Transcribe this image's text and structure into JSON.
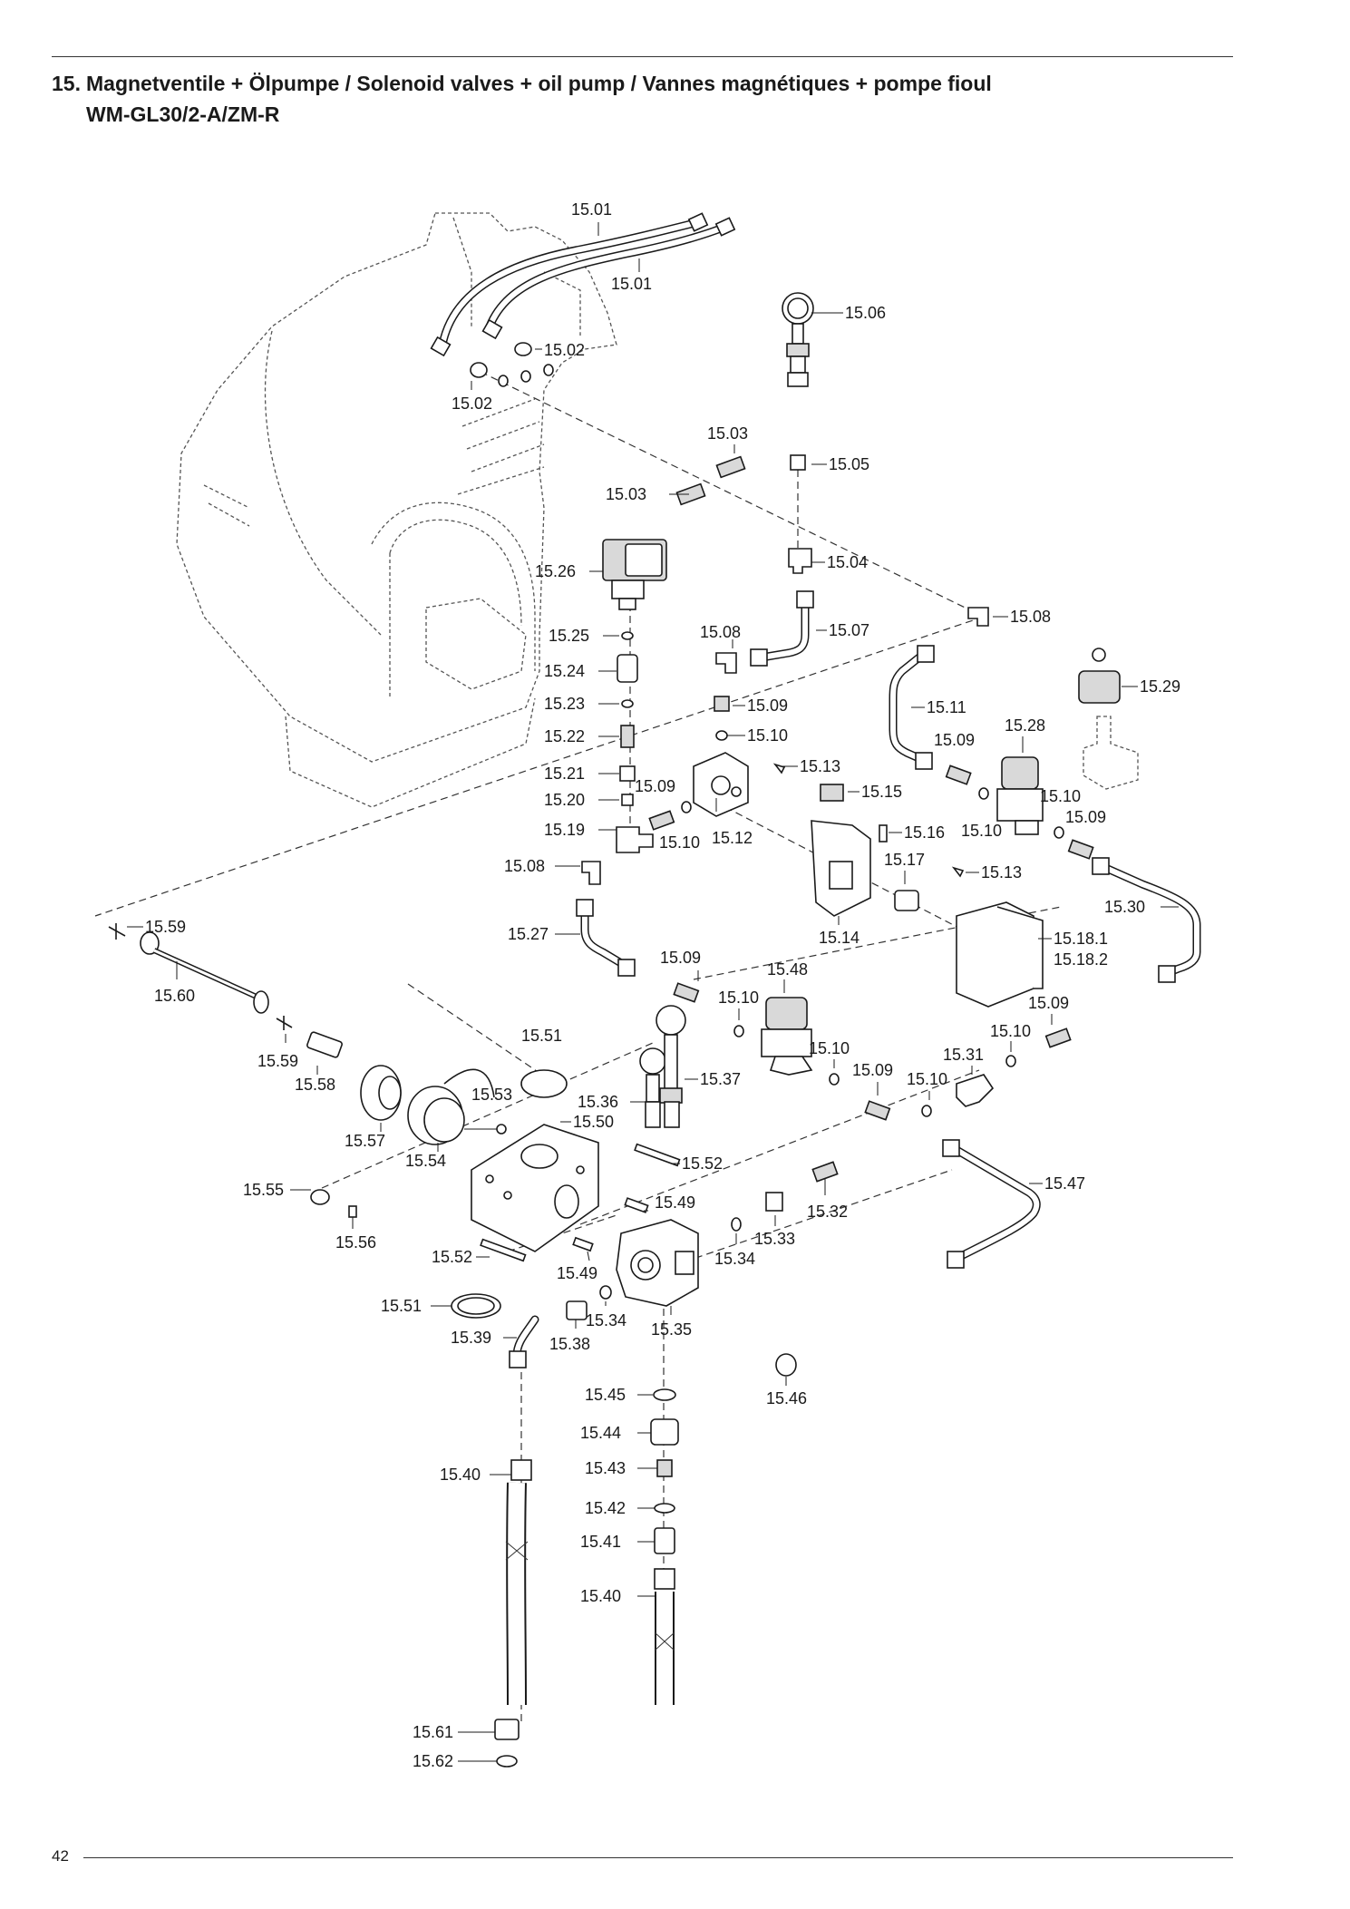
{
  "header": {
    "number": "15.",
    "title": "Magnetventile + Ölpumpe / Solenoid valves + oil pump / Vannes magnétiques + pompe fioul",
    "model": "WM-GL30/2-A/ZM-R"
  },
  "page_number": "42",
  "labels": {
    "l1501a": "15.01",
    "l1501b": "15.01",
    "l1502a": "15.02",
    "l1502b": "15.02",
    "l1503a": "15.03",
    "l1503b": "15.03",
    "l1504": "15.04",
    "l1505": "15.05",
    "l1506": "15.06",
    "l1507": "15.07",
    "l1508a": "15.08",
    "l1508b": "15.08",
    "l1508c": "15.08",
    "l1509a": "15.09",
    "l1509b": "15.09",
    "l1509c": "15.09",
    "l1509d": "15.09",
    "l1509e": "15.09",
    "l1509f": "15.09",
    "l1509g": "15.09",
    "l1510a": "15.10",
    "l1510b": "15.10",
    "l1510c": "15.10",
    "l1510d": "15.10",
    "l1510e": "15.10",
    "l1510f": "15.10",
    "l1510g": "15.10",
    "l1510h": "15.10",
    "l1511": "15.11",
    "l1512": "15.12",
    "l1513a": "15.13",
    "l1513b": "15.13",
    "l1514": "15.14",
    "l1515": "15.15",
    "l1516": "15.16",
    "l1517": "15.17",
    "l15181": "15.18.1",
    "l15182": "15.18.2",
    "l1519": "15.19",
    "l1520": "15.20",
    "l1521": "15.21",
    "l1522": "15.22",
    "l1523": "15.23",
    "l1524": "15.24",
    "l1525": "15.25",
    "l1526": "15.26",
    "l1527": "15.27",
    "l1528": "15.28",
    "l1529": "15.29",
    "l1530": "15.30",
    "l1531": "15.31",
    "l1532": "15.32",
    "l1533": "15.33",
    "l1534a": "15.34",
    "l1534b": "15.34",
    "l1535": "15.35",
    "l1536": "15.36",
    "l1537": "15.37",
    "l1538": "15.38",
    "l1539": "15.39",
    "l1540a": "15.40",
    "l1540b": "15.40",
    "l1541": "15.41",
    "l1542": "15.42",
    "l1543": "15.43",
    "l1544": "15.44",
    "l1545": "15.45",
    "l1546": "15.46",
    "l1547": "15.47",
    "l1548": "15.48",
    "l1549a": "15.49",
    "l1549b": "15.49",
    "l1550": "15.50",
    "l1551a": "15.51",
    "l1551b": "15.51",
    "l1552a": "15.52",
    "l1552b": "15.52",
    "l1553": "15.53",
    "l1554": "15.54",
    "l1555": "15.55",
    "l1556": "15.56",
    "l1557": "15.57",
    "l1558": "15.58",
    "l1559a": "15.59",
    "l1559b": "15.59",
    "l1560": "15.60",
    "l1561": "15.61",
    "l1562": "15.62"
  }
}
